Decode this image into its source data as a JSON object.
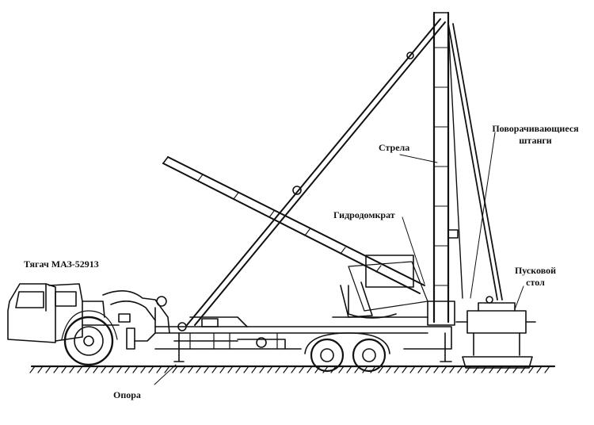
{
  "labels": {
    "tractor": "Тягач МАЗ-52913",
    "support": "Опора",
    "boom": "Стрела",
    "hydraulic_jack": "Гидродомкрат",
    "rotating_rods_line1": "Поворачивающиеся",
    "rotating_rods_line2": "штанги",
    "launch_table_line1": "Пусковой",
    "launch_table_line2": "стол"
  },
  "colors": {
    "ink": "#111111",
    "background": "#ffffff"
  }
}
